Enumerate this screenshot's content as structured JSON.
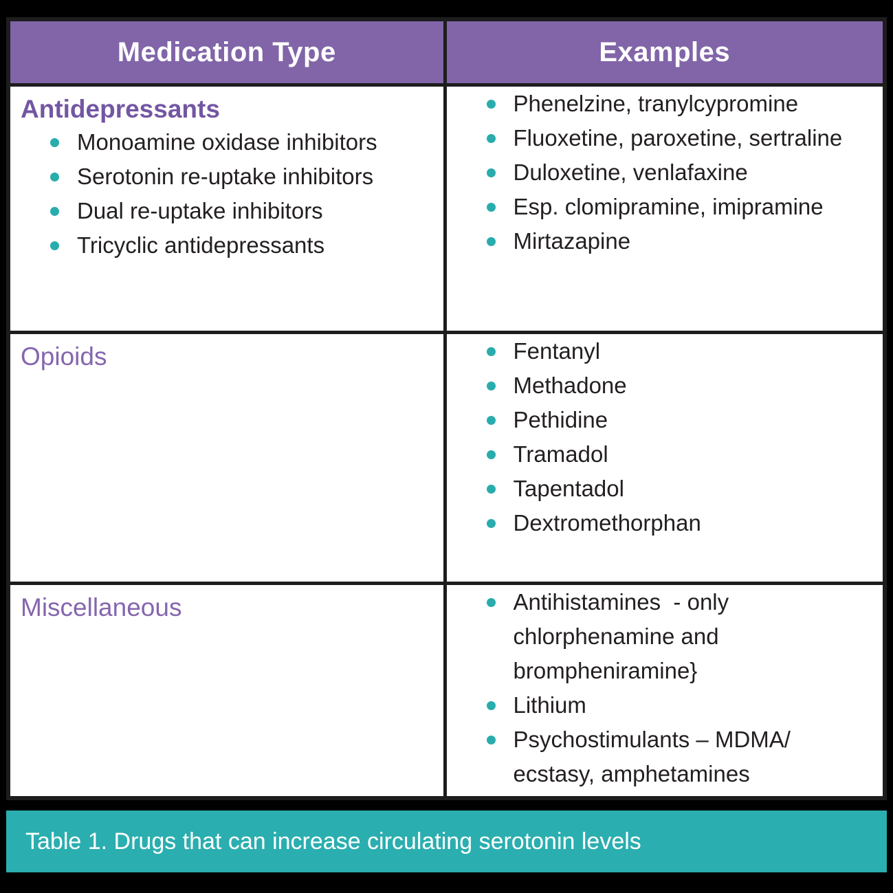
{
  "header": {
    "col1": "Medication Type",
    "col2": "Examples"
  },
  "rows": [
    {
      "heading": "Antidepressants",
      "types": [
        "Monoamine oxidase inhibitors",
        "Serotonin re-uptake inhibitors",
        "Dual re-uptake inhibitors",
        "Tricyclic antidepressants"
      ],
      "examples": [
        "Phenelzine, tranylcypromine",
        "Fluoxetine, paroxetine, sertraline",
        "Duloxetine, venlafaxine",
        "Esp. clomipramine, imipramine",
        "Mirtazapine"
      ]
    },
    {
      "heading": "Opioids",
      "types": [],
      "examples": [
        "Fentanyl",
        "Methadone",
        "Pethidine",
        "Tramadol",
        "Tapentadol",
        "Dextromethorphan"
      ]
    },
    {
      "heading": "Miscellaneous",
      "types": [],
      "examples": [
        "Antihistamines  - only\nchlorphenamine and\nbrompheniramine}",
        "Lithium",
        "Psychostimulants – MDMA/\necstasy, amphetamines"
      ]
    }
  ],
  "caption": "Table 1. Drugs that can increase circulating serotonin levels",
  "colors": {
    "page_bg": "#000000",
    "border": "#1D1D1D",
    "header_bg": "#8165A8",
    "header_text": "#FFFFFF",
    "heading_bold": "#7356A3",
    "heading_regular": "#8566AE",
    "bullet": "#29ACAD",
    "body_text": "#231F20",
    "caption_bg": "#2BAEAF",
    "caption_text": "#FFFFFF"
  }
}
